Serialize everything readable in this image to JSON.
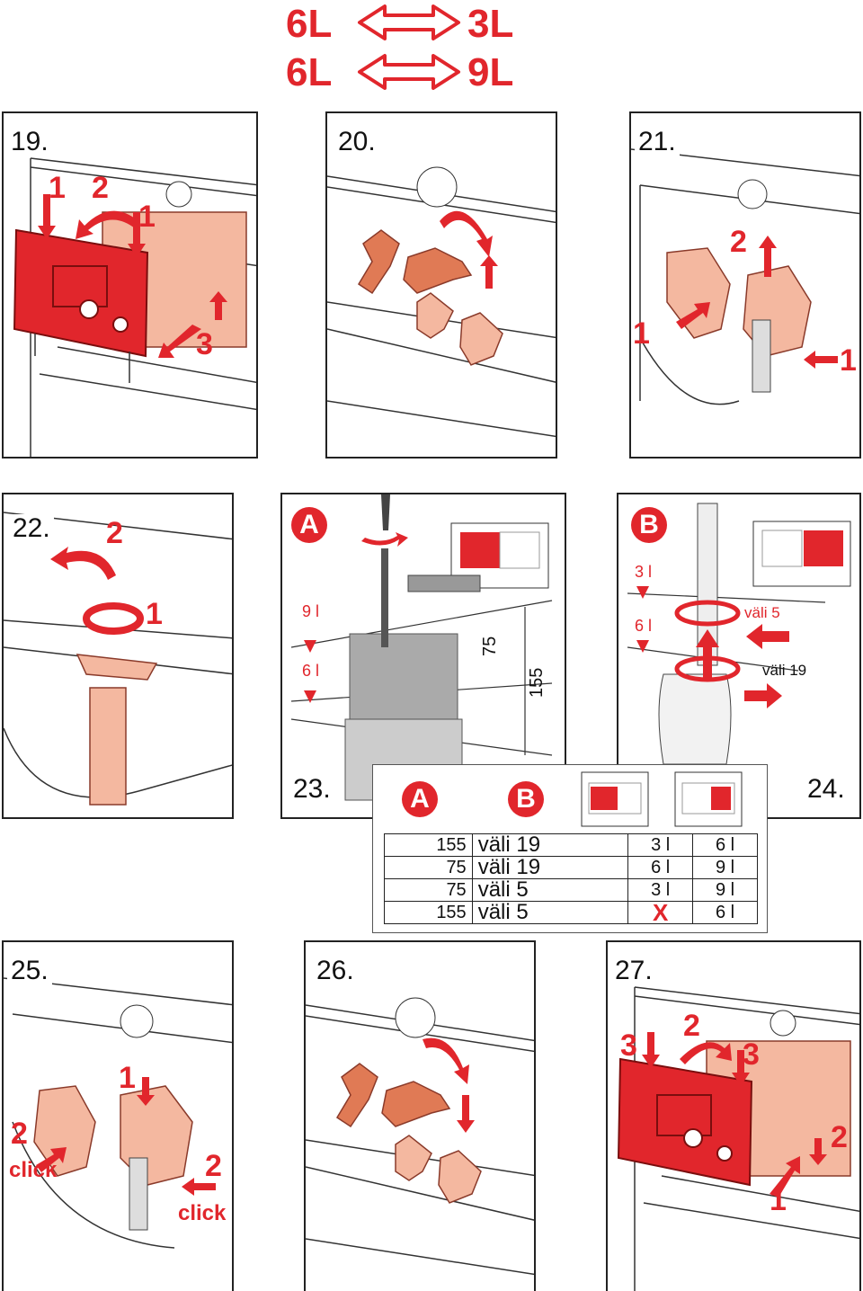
{
  "header": {
    "row1": {
      "left": "6L",
      "right": "3L"
    },
    "row2": {
      "left": "6L",
      "right": "9L"
    }
  },
  "steps": {
    "s19": "19.",
    "s20": "20.",
    "s21": "21.",
    "s22": "22.",
    "s23": "23.",
    "s24": "24.",
    "s25": "25.",
    "s26": "26.",
    "s27": "27."
  },
  "step19": {
    "n1a": "1",
    "n2": "2",
    "n1b": "1",
    "n3": "3"
  },
  "step21": {
    "n2": "2",
    "n1a": "1",
    "n1b": "1"
  },
  "step22": {
    "n2": "2",
    "n1": "1"
  },
  "step23": {
    "badge": "A",
    "nine": "9 l",
    "six": "6 l",
    "d75": "75",
    "d155": "155"
  },
  "step24": {
    "badge": "B",
    "three": "3 l",
    "six": "6 l",
    "vali5": "väli 5",
    "vali19": "väli 19"
  },
  "table": {
    "badgeA": "A",
    "badgeB": "B",
    "rows": [
      [
        "155",
        "väli 19",
        "3 l",
        "6 l"
      ],
      [
        "75",
        "väli 19",
        "6 l",
        "9 l"
      ],
      [
        "75",
        "väli 5",
        "3 l",
        "9 l"
      ],
      [
        "155",
        "väli 5",
        "X",
        "6 l"
      ]
    ]
  },
  "step25": {
    "n1": "1",
    "n2a": "2",
    "click1": "click",
    "n2b": "2",
    "click2": "click"
  },
  "step27": {
    "n3a": "3",
    "n2a": "2",
    "n3b": "3",
    "n2b": "2",
    "n1": "1"
  },
  "colors": {
    "accent": "#e1262c",
    "salmon": "#f4b8a0",
    "gray": "#9a9a9a"
  }
}
